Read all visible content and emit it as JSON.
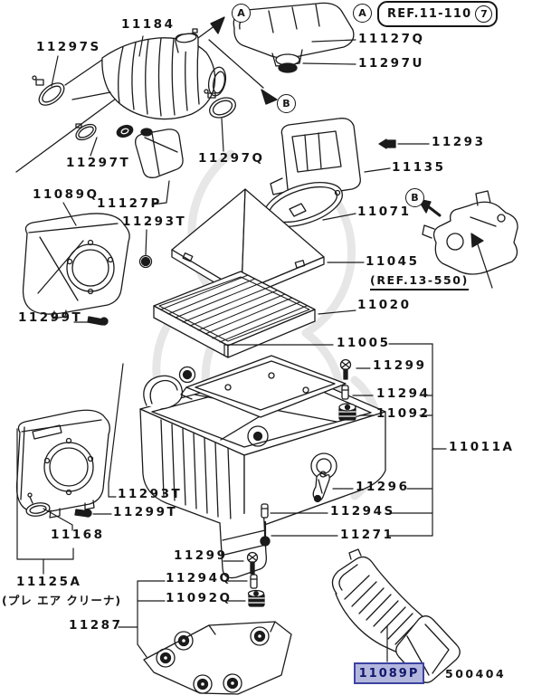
{
  "colors": {
    "line": "#1b1b1b",
    "paper": "#ffffff",
    "watermark": "#cfcfcf",
    "highlight_bg": "#b3b7de",
    "highlight_border": "#3d43a0",
    "highlight_text": "#12186b"
  },
  "callouts": {
    "a1": "A",
    "a2": "A",
    "b1": "B",
    "b2": "B"
  },
  "ref_box": {
    "text": "REF.11-110",
    "badge": "7"
  },
  "footer": {
    "code": "500404"
  },
  "highlight": {
    "part": "11089P"
  },
  "labels": {
    "p11297S": "11297S",
    "p11184": "11184",
    "p11127Q": "11127Q",
    "p11297U": "11297U",
    "p11297T": "11297T",
    "p11297Q": "11297Q",
    "p11089Q": "11089Q",
    "p11127P": "11127P",
    "p11293T_a": "11293T",
    "p11293": "11293",
    "p11135": "11135",
    "p11071": "11071",
    "p11045": "11045",
    "ref13": "(REF.13-550)",
    "p11020": "11020",
    "p11005": "11005",
    "p11299_a": "11299",
    "p11294": "11294",
    "p11092": "11092",
    "p11011A": "11011A",
    "p11299T_a": "11299T",
    "p11296": "11296",
    "p11294S": "11294S",
    "p11271": "11271",
    "p11293T_b": "11293T",
    "p11299T_b": "11299T",
    "p11168": "11168",
    "p11125A": "11125A",
    "p11125A_jp": "(プレ エア クリーナ)",
    "p11299_b": "11299",
    "p11294Q": "11294Q",
    "p11092Q": "11092Q",
    "p11287": "11287"
  }
}
